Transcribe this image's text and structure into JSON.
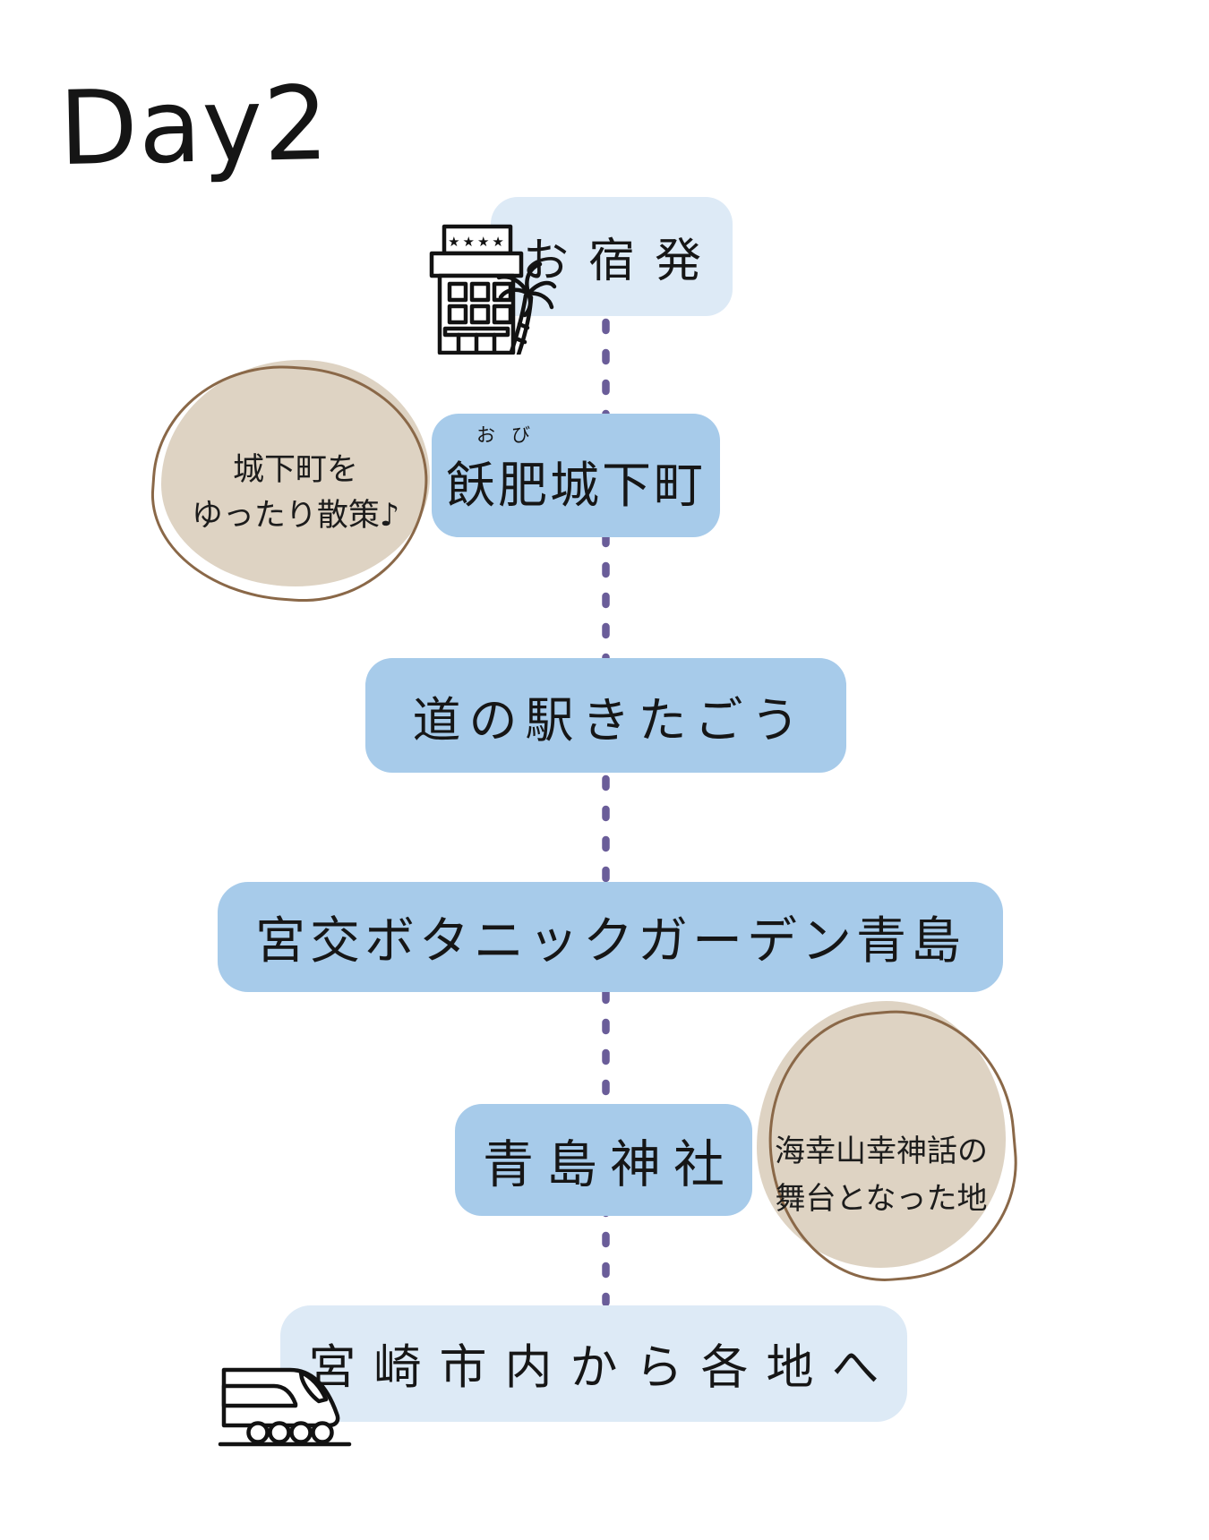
{
  "title": "Day2",
  "stops": [
    {
      "label": "お宿発"
    },
    {
      "label": "飫肥城下町",
      "furigana": "おび"
    },
    {
      "label": "道の駅きたごう"
    },
    {
      "label": "宮交ボタニックガーデン青島"
    },
    {
      "label": "青島神社"
    },
    {
      "label": "宮崎市内から各地へ"
    }
  ],
  "notes": [
    {
      "lines": [
        "城下町を",
        "ゆったり散策♪"
      ]
    },
    {
      "lines": [
        "海幸山幸神話の",
        "舞台となった地"
      ]
    }
  ],
  "icons": {
    "hotel": "hotel-with-palm-icon",
    "hotel_stars": "★★★★",
    "train": "bullet-train-icon"
  },
  "colors": {
    "box_light_blue": "#ddeaf6",
    "box_blue": "#a7cbea",
    "note_beige": "#ded3c3",
    "note_ring_brown": "#8a6848",
    "timeline_purple": "#6a5d99",
    "ink": "#161616"
  }
}
